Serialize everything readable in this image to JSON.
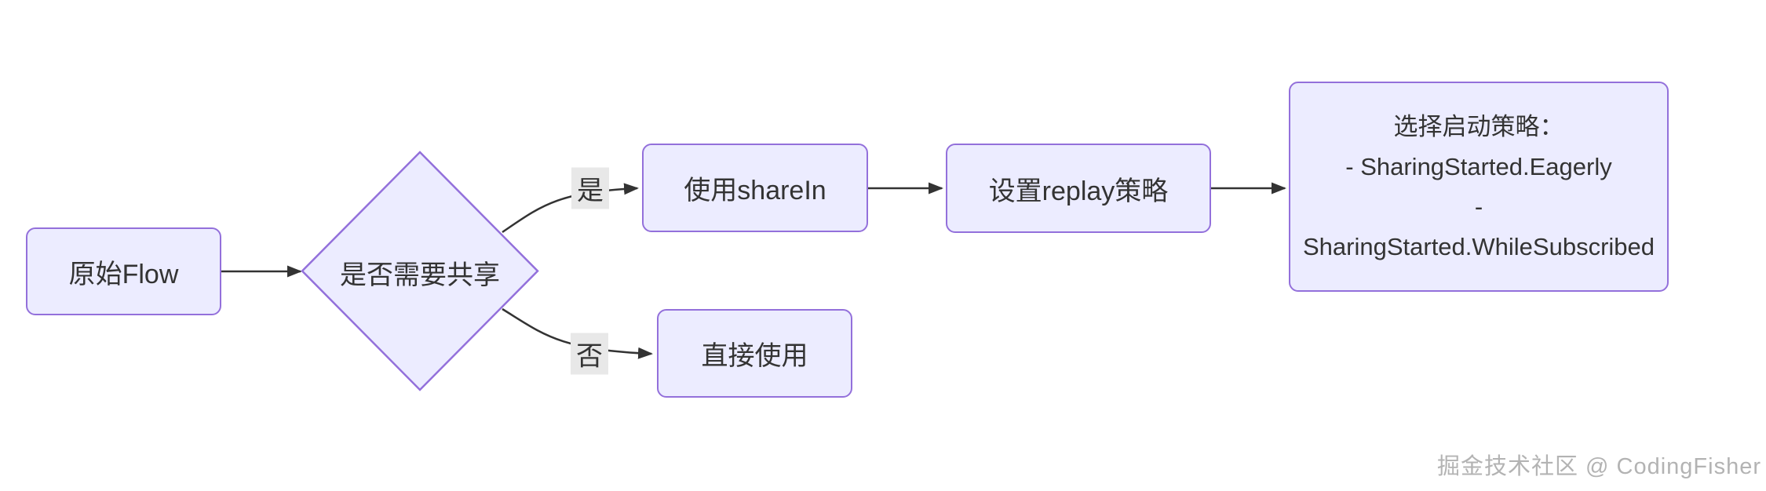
{
  "diagram": {
    "nodes": {
      "source": {
        "label": "原始Flow"
      },
      "decision": {
        "label": "是否需要共享"
      },
      "use_sharein": {
        "label": "使用shareIn"
      },
      "set_replay": {
        "label": "设置replay策略"
      },
      "direct_use": {
        "label": "直接使用"
      },
      "choose_strategy": {
        "lines": [
          "选择启动策略：",
          "- SharingStarted.Eagerly",
          "-",
          "SharingStarted.WhileSubscribed"
        ]
      }
    },
    "edge_labels": {
      "yes": "是",
      "no": "否"
    },
    "colors": {
      "node_fill": "#ECECFF",
      "node_border": "#9370DB",
      "edge_line": "#333333",
      "text": "#333333",
      "edge_label_bg": "#E8E8E8",
      "watermark_text": "#B3B3B3"
    }
  },
  "watermark": {
    "text": "掘金技术社区 @ CodingFisher"
  }
}
